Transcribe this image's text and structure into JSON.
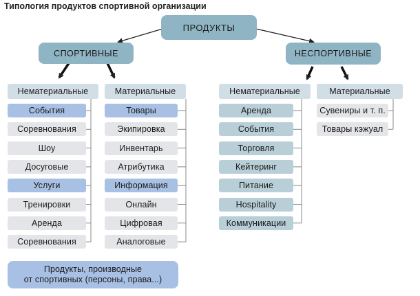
{
  "title": "Типология продуктов спортивной организации",
  "root": "ПРОДУКТЫ",
  "sport": {
    "label": "СПОРТИВНЫЕ",
    "intangible": {
      "label": "Нематериальные",
      "items": [
        "События",
        "Соревнования",
        "Шоу",
        "Досуговые",
        "Услуги",
        "Тренировки",
        "Аренда",
        "Соревнования"
      ]
    },
    "tangible": {
      "label": "Материальные",
      "items": [
        "Товары",
        "Экипировка",
        "Инвентарь",
        "Атрибутика",
        "Информация",
        "Онлайн",
        "Цифровая",
        "Аналоговые"
      ]
    }
  },
  "nonsport": {
    "label": "НЕСПОРТИВНЫЕ",
    "intangible": {
      "label": "Нематериальные",
      "items": [
        "Аренда",
        "События",
        "Торговля",
        "Кейтеринг",
        "Питание",
        "Hospitality",
        "Коммуникации"
      ]
    },
    "tangible": {
      "label": "Материальные",
      "items": [
        "Сувениры и т. п.",
        "Товары кэжуал"
      ]
    }
  },
  "derived": {
    "line1": "Продукты, производные",
    "line2": "от спортивных (персоны, права...)"
  },
  "colors": {
    "top_level": "#8fb4c4",
    "category": "#d2dee5",
    "subgroup_header": "#a8c0e3",
    "item": "#e3e5e8",
    "nonsport_item": "#b9cfd8",
    "connector": "#444444",
    "item_bracket": "#888888"
  }
}
